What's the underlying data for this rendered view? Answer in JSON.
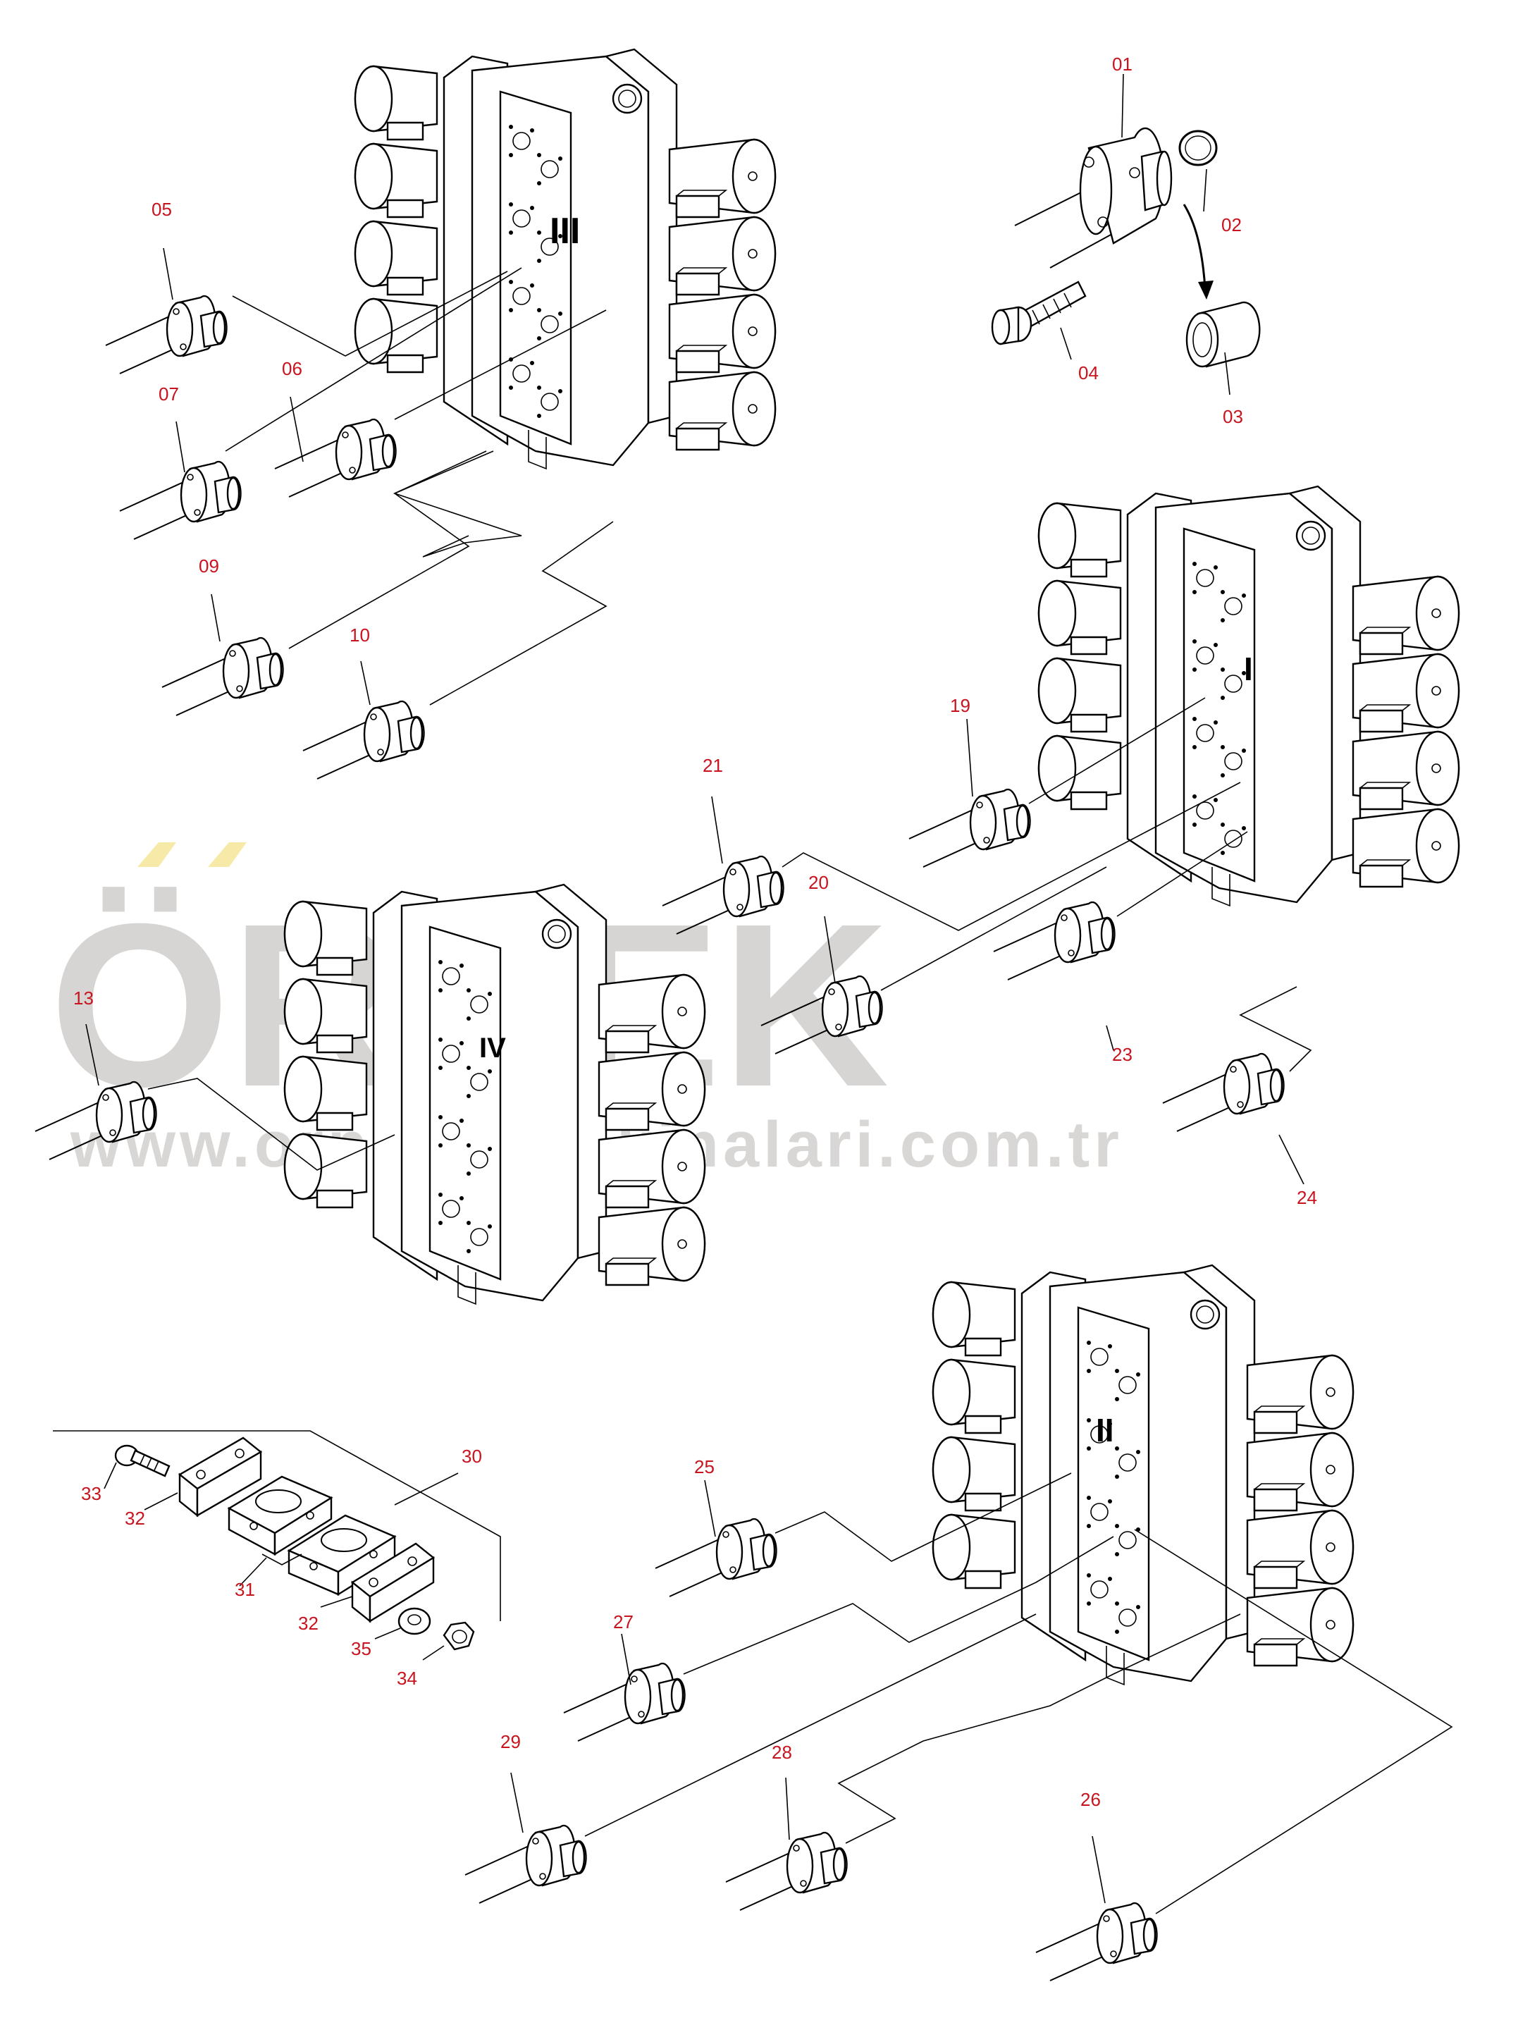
{
  "watermark": {
    "brand": "ÖRNEK",
    "url": "www.ornekismakinalari.com.tr",
    "brand_color": "#c9c6c3",
    "accent_color": "#f7e9a8"
  },
  "block_marks": {
    "top_left": "III",
    "middle_right": "I",
    "center": "IV",
    "bottom_right": "II"
  },
  "callouts": {
    "c01": "01",
    "c02": "02",
    "c03": "03",
    "c04": "04",
    "c05": "05",
    "c06": "06",
    "c07": "07",
    "c09": "09",
    "c10": "10",
    "c13": "13",
    "c19": "19",
    "c20": "20",
    "c21": "21",
    "c23": "23",
    "c24": "24",
    "c25": "25",
    "c26": "26",
    "c27": "27",
    "c28": "28",
    "c29": "29",
    "c30": "30",
    "c31": "31",
    "c32a": "32",
    "c32b": "32",
    "c33": "33",
    "c34": "34",
    "c35": "35"
  },
  "colors": {
    "callout": "#c8141e",
    "line": "#000000",
    "background": "#ffffff"
  }
}
